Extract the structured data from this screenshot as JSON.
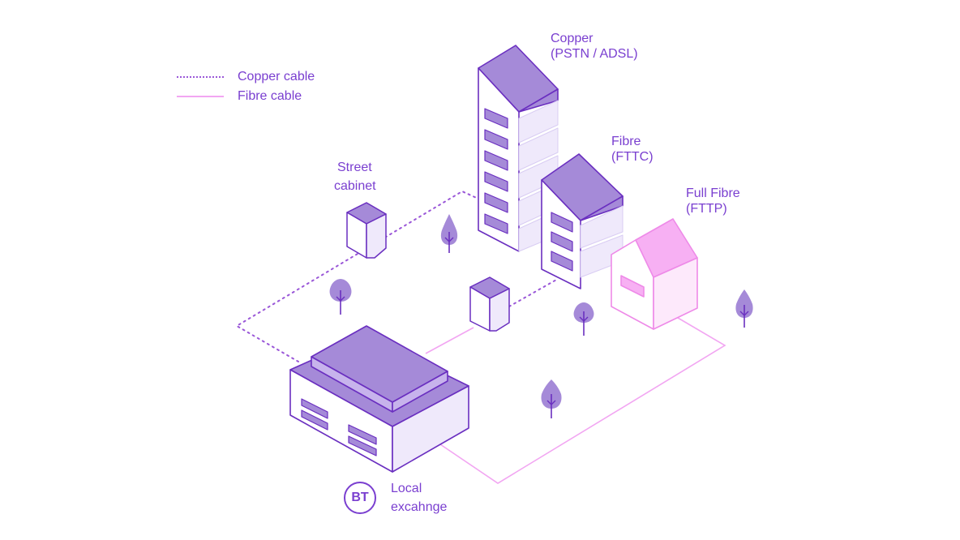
{
  "legend": {
    "copper_label": "Copper cable",
    "fibre_label": "Fibre cable"
  },
  "labels": {
    "copper_line1": "Copper",
    "copper_line2": "(PSTN / ADSL)",
    "fibre_line1": "Fibre",
    "fibre_line2": "(FTTC)",
    "full_fibre_line1": "Full Fibre",
    "full_fibre_line2": "(FTTP)",
    "street_line1": "Street",
    "street_line2": "cabinet",
    "exchange_line1": "Local",
    "exchange_line2": "excahnge"
  },
  "logo": {
    "text": "BT"
  },
  "colors": {
    "copper": "#9a57d8",
    "fibre": "#f2a6f2",
    "purple_dark": "#6a2fc0",
    "purple_fill": "#a58ad8",
    "pink_fill": "#f7b0f3"
  }
}
